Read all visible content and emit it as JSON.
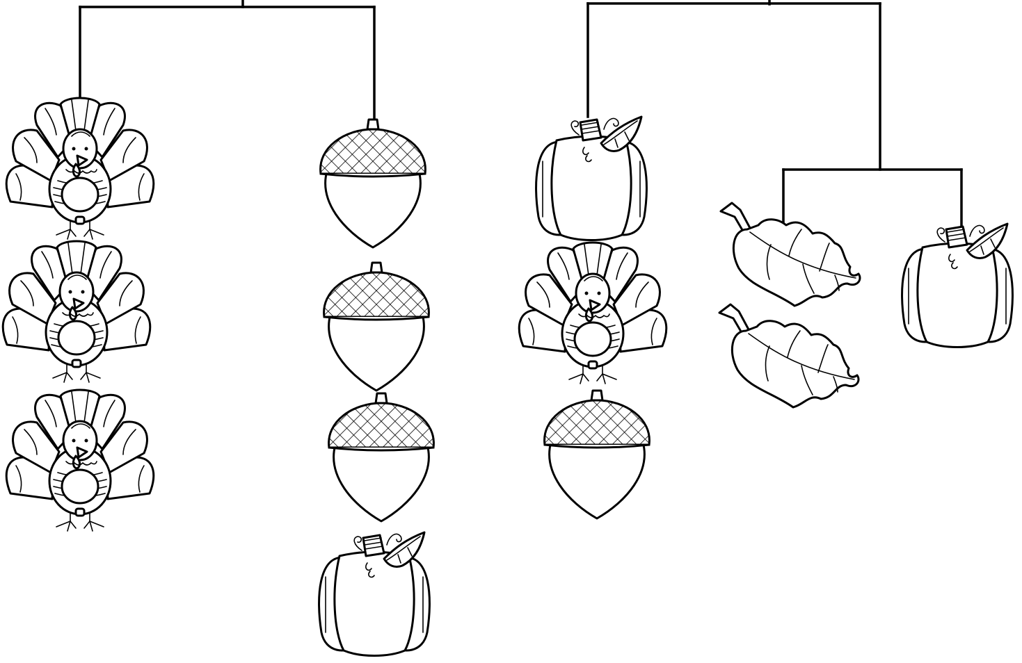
{
  "mobiles": [
    {
      "name": "left-mobile",
      "branches": [
        [
          "turkey",
          "turkey",
          "turkey"
        ],
        [
          "acorn",
          "acorn",
          "acorn",
          "pumpkin"
        ]
      ]
    },
    {
      "name": "right-mobile",
      "branches": [
        [
          "pumpkin",
          "turkey",
          "acorn"
        ],
        {
          "name": "sub-mobile",
          "branches": [
            [
              "leaf",
              "leaf"
            ],
            [
              "pumpkin"
            ]
          ]
        }
      ]
    }
  ],
  "colors": {
    "line": "#000000",
    "background": "#ffffff"
  }
}
